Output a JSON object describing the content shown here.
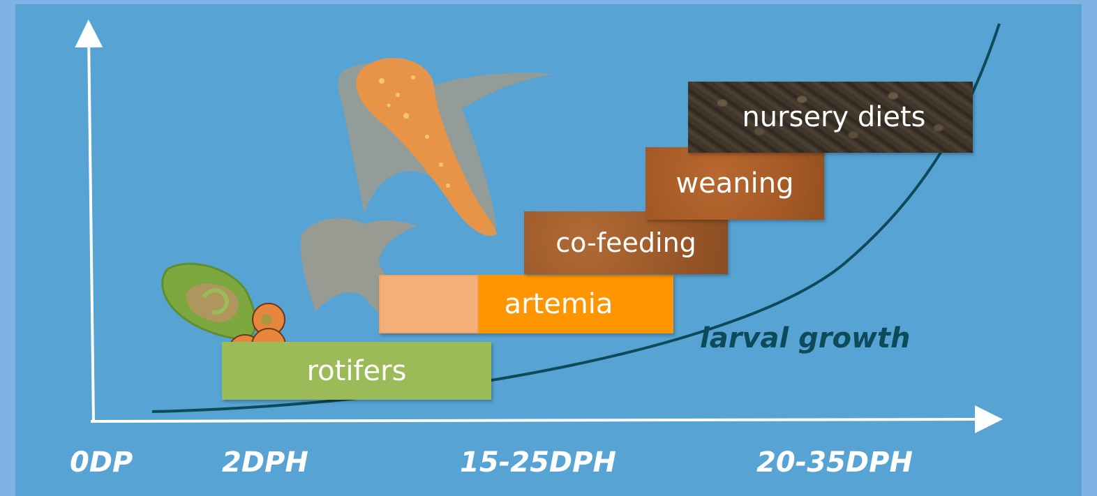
{
  "stages": {
    "rotifers": "rotifers",
    "artemia": "artemia",
    "cofeeding": "co-feeding",
    "weaning": "weaning",
    "nursery": "nursery diets"
  },
  "curve_label": "larval growth",
  "x_ticks": [
    "0DP",
    "2DPH",
    "15-25DPH",
    "20-35DPH"
  ],
  "colors": {
    "background": "#57a3d4",
    "rotifers": "#9bbb59",
    "artemia": "#ff9500",
    "curve": "#0d4a5a"
  }
}
